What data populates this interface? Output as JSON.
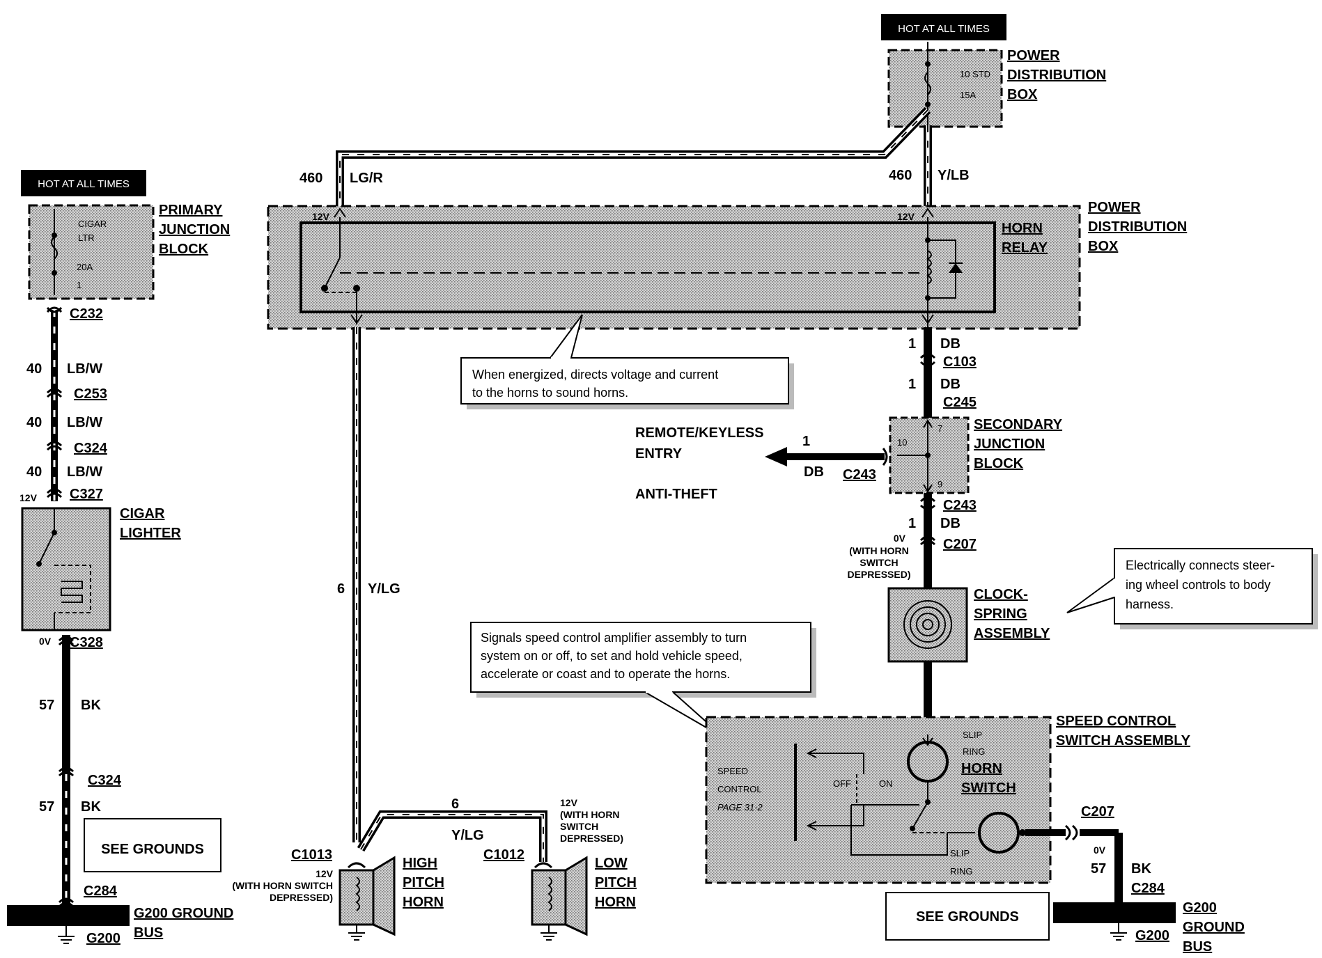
{
  "hot_labels": {
    "left": "HOT AT ALL TIMES",
    "right": "HOT AT ALL TIMES"
  },
  "pjb": {
    "title": [
      "PRIMARY",
      "JUNCTION",
      "BLOCK"
    ],
    "fuse_name": [
      "CIGAR",
      "LTR"
    ],
    "fuse_rating": "20A",
    "fuse_num": "1"
  },
  "pdb_top": {
    "title": [
      "POWER",
      "DISTRIBUTION",
      "BOX"
    ],
    "fuse_num": "10 STD",
    "fuse_rating": "15A"
  },
  "pdb_relay": {
    "title": [
      "POWER",
      "DISTRIBUTION",
      "BOX"
    ],
    "relay": [
      "HORN",
      "RELAY"
    ]
  },
  "left_column": {
    "c232": "C232",
    "c253": "C253",
    "c324a": "C324",
    "c327": "C327",
    "c328": "C328",
    "c324b": "C324",
    "c284": "C284",
    "w40a": "40",
    "lbw_a": "LB/W",
    "w40b": "40",
    "lbw_b": "LB/W",
    "w40c": "40",
    "lbw_c": "LB/W",
    "v12": "12V",
    "v0": "0V",
    "w57a": "57",
    "bk_a": "BK",
    "w57b": "57",
    "bk_b": "BK",
    "cigar": [
      "CIGAR",
      "LIGHTER"
    ],
    "see_grounds": "SEE GROUNDS",
    "ground_bus": [
      "G200 GROUND",
      "BUS"
    ],
    "g200": "G200"
  },
  "center_wires": {
    "w460l": "460",
    "lgr": "LG/R",
    "w460r": "460",
    "ylb": "Y/LB",
    "v12l": "12V",
    "v12r": "12V",
    "w6": "6",
    "ylg": "Y/LG",
    "w6b": "6",
    "ylg_b": "Y/LG"
  },
  "right_column": {
    "w1a": "1",
    "db_a": "DB",
    "c103": "C103",
    "w1b": "1",
    "db_b": "DB",
    "c245": "C245",
    "sjb": [
      "SECONDARY",
      "JUNCTION",
      "BLOCK"
    ],
    "pin7": "7",
    "pin10": "10",
    "pin9": "9",
    "rke": [
      "REMOTE/KEYLESS",
      "ENTRY"
    ],
    "anti_theft": "ANTI-THEFT",
    "w1c": "1",
    "db_c": "DB",
    "c243a": "C243",
    "c243b": "C243",
    "w1d": "1",
    "db_d": "DB",
    "v0": "0V",
    "horn_switch_note": [
      "(WITH HORN",
      "SWITCH",
      "DEPRESSED)"
    ],
    "c207": "C207",
    "clockspring": [
      "CLOCK-",
      "SPRING",
      "ASSEMBLY"
    ]
  },
  "scsa": {
    "title": [
      "SPEED CONTROL",
      "SWITCH ASSEMBLY"
    ],
    "speed": [
      "SPEED",
      "CONTROL",
      "PAGE 31-2"
    ],
    "off": "OFF",
    "on": "ON",
    "slip_top": [
      "SLIP",
      "RING"
    ],
    "horn_switch": [
      "HORN",
      "SWITCH"
    ],
    "slip_bot": [
      "SLIP",
      "RING"
    ]
  },
  "ground_right": {
    "c207": "C207",
    "v0": "0V",
    "w57": "57",
    "bk": "BK",
    "c284": "C284",
    "bus": [
      "G200",
      "GROUND",
      "BUS"
    ],
    "g200": "G200",
    "see_grounds": "SEE GROUNDS"
  },
  "horns": {
    "c1013": "C1013",
    "c1012": "C1012",
    "v12_left": [
      "12V",
      "(WITH HORN SWITCH",
      "DEPRESSED)"
    ],
    "v12_right": [
      "12V",
      "(WITH HORN",
      "SWITCH",
      "DEPRESSED)"
    ],
    "high": [
      "HIGH",
      "PITCH",
      "HORN"
    ],
    "low": [
      "LOW",
      "PITCH",
      "HORN"
    ]
  },
  "callouts": {
    "relay": [
      "When energized, directs voltage and current",
      "to the horns to sound horns."
    ],
    "clockspring": [
      "Electrically connects steer-",
      "ing wheel controls to body",
      "harness."
    ],
    "speed": [
      "Signals speed control amplifier assembly to turn",
      "system on or off, to set and hold vehicle speed,",
      "accelerate or coast and to operate the horns."
    ]
  },
  "colors": {
    "ink": "#000000",
    "shade": "#c8c8c8",
    "paper": "#ffffff"
  }
}
